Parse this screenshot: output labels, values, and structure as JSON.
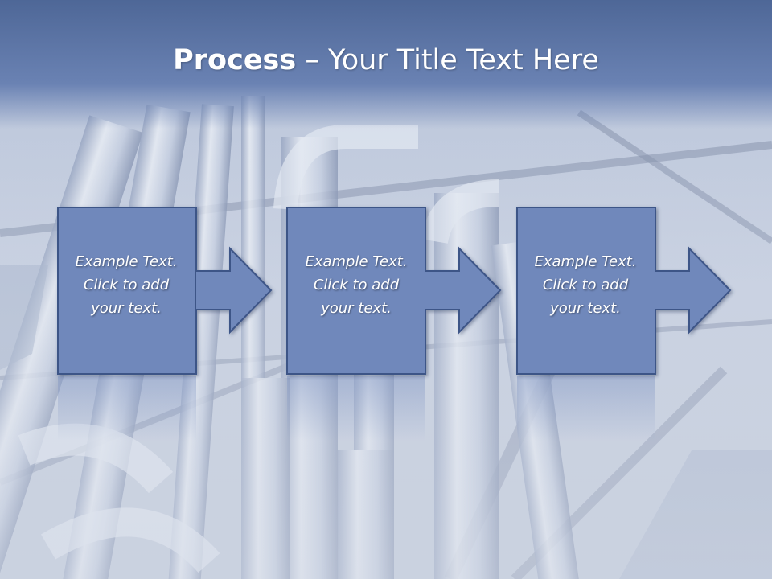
{
  "slide": {
    "title_bold": "Process",
    "title_rest": " – Your Title Text Here",
    "colors": {
      "title_band": "#5a73a6",
      "box_fill": "#6f88bb",
      "box_stroke": "#3e5487",
      "text": "#ffffff"
    },
    "steps": [
      {
        "text": "Example Text.\nClick  to add\nyour text.",
        "icon": "right-arrow-icon"
      },
      {
        "text": "Example Text.\nClick  to add\nyour text.",
        "icon": "right-arrow-icon"
      },
      {
        "text": "Example Text.\nClick  to add\nyour text.",
        "icon": "right-arrow-icon"
      }
    ]
  }
}
